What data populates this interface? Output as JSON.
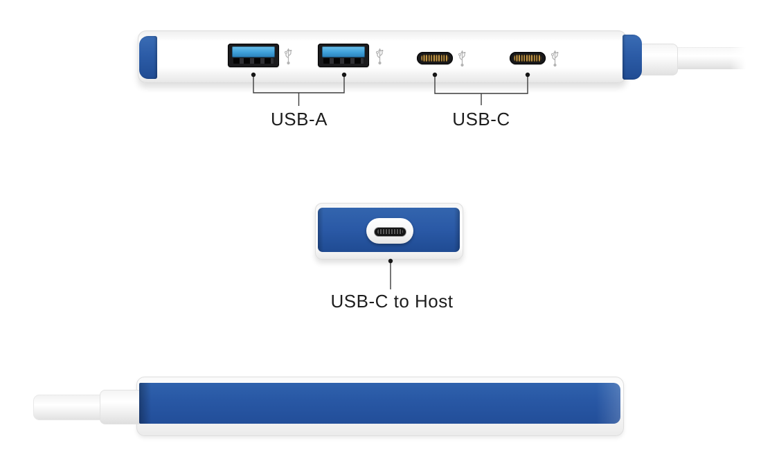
{
  "labels": {
    "usb_a": "USB-A",
    "usb_c": "USB-C",
    "usb_c_to_host": "USB-C to Host"
  },
  "ports": {
    "usb_a_count": 2,
    "usb_c_count": 2,
    "host_port_type": "USB-C"
  },
  "icons": {
    "usb_trident": "usb-trident-icon",
    "usb_trident_count": 4
  },
  "colors": {
    "hub_blue": "#2857A4",
    "hub_blue_light": "#3365AE",
    "hub_blue_dark": "#1F4B93",
    "usb_a_tongue_blue": "#3E9FD9",
    "usb_c_pin_gold": "#C79A48",
    "body_white": "#FFFFFF",
    "callout_line": "#3C3C3C",
    "icon_gray": "#B3B3B3"
  }
}
